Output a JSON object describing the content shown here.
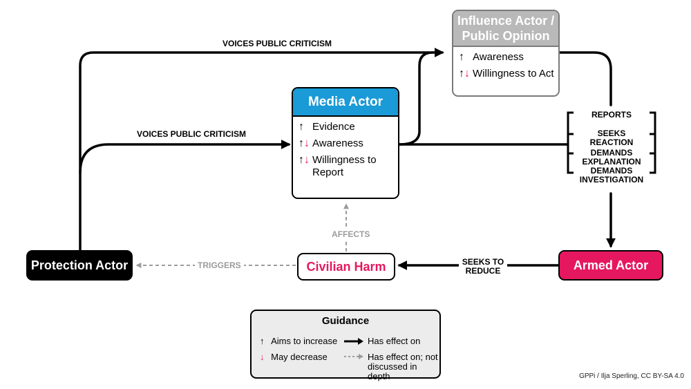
{
  "nodes": {
    "media_actor": {
      "title": "Media Actor",
      "rows": [
        {
          "icon": "up",
          "text": "Evidence"
        },
        {
          "icon": "updown",
          "text": "Awareness"
        },
        {
          "icon": "updown",
          "text": "Willingness to Report"
        }
      ]
    },
    "influence_actor": {
      "title": "Influence Actor / Public Opinion",
      "rows": [
        {
          "icon": "up",
          "text": "Awareness"
        },
        {
          "icon": "updown",
          "text": "Willingness to Act"
        }
      ]
    },
    "protection_actor": "Protection Actor",
    "armed_actor": "Armed Actor",
    "civilian_harm": "Civilian Harm"
  },
  "edges": {
    "voices_criticism_top": "VOICES PUBLIC CRITICISM",
    "voices_criticism_mid": "VOICES PUBLIC CRITICISM",
    "reports": "REPORTS",
    "seeks_reaction": "SEEKS REACTION",
    "demands_explanation": [
      "DEMANDS",
      "EXPLANATION"
    ],
    "demands_investigation": [
      "DEMANDS",
      "INVESTIGATION"
    ],
    "seeks_to_reduce": [
      "SEEKS TO",
      "REDUCE"
    ],
    "triggers": "TRIGGERS",
    "affects": "AFFECTS"
  },
  "guidance": {
    "title": "Guidance",
    "aims_to_increase": "Aims to increase",
    "may_decrease": "May decrease",
    "has_effect_on": "Has effect on",
    "has_effect_not_discussed": [
      "Has effect on; not",
      "discussed in depth"
    ]
  },
  "icons": {
    "up": "↑",
    "down": "↓"
  },
  "colors": {
    "media_blue": "#1a9ad6",
    "armed_pink": "#e5185f",
    "influence_gray": "#b9b9b9",
    "dashed_gray": "#9b9b9b",
    "guidance_bg": "#ececec"
  },
  "credit": "GPPi / Ilja Sperling, CC BY-SA 4.0"
}
